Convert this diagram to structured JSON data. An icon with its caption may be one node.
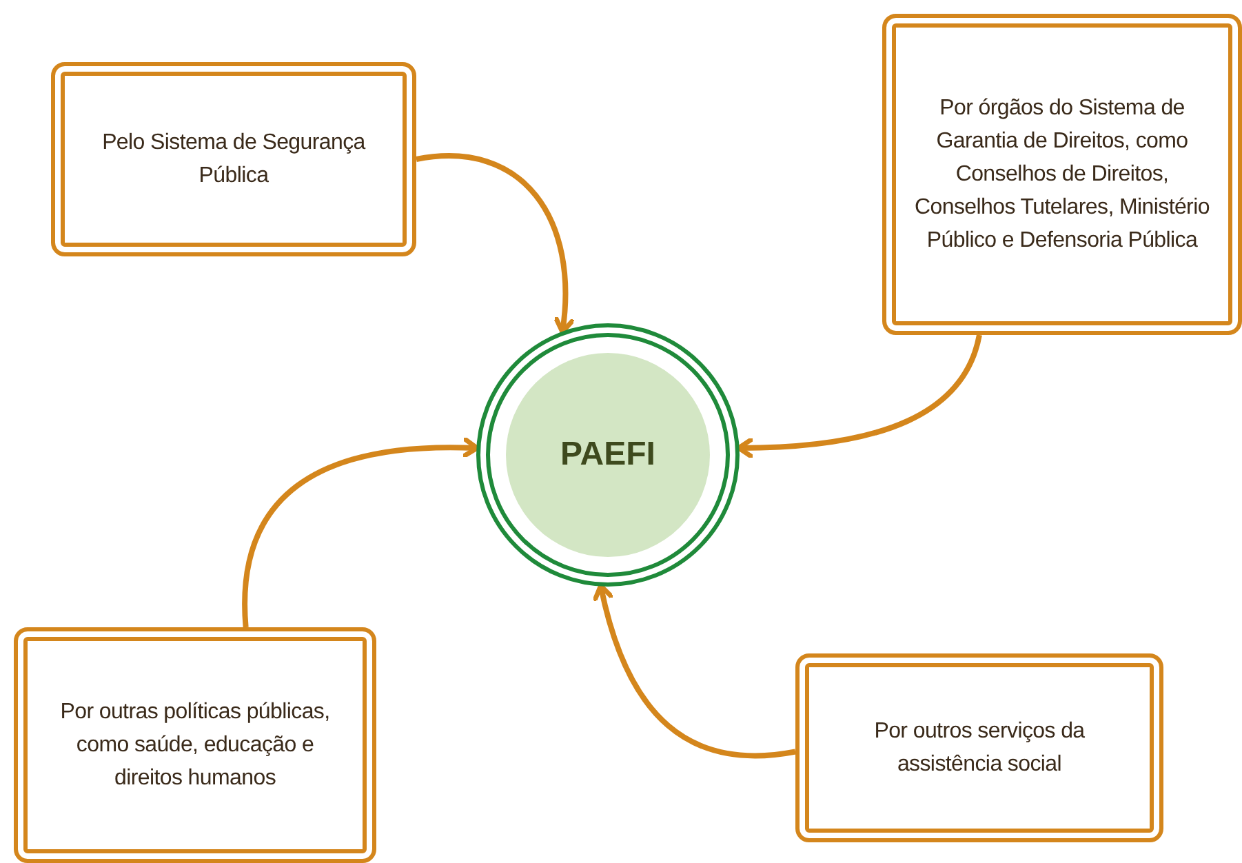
{
  "diagram": {
    "nodes": [
      {
        "text": [
          "PAEFI"
        ]
      },
      {
        "text": [
          "Pelo Sistema de Segurança Pública"
        ]
      },
      {
        "text": [
          "Por órgãos do Sistema de Garantia de Direitos, como Conselhos de Direitos, Conselhos Tutelares, Ministério Público e Defensoria Pública"
        ]
      },
      {
        "text": [
          "Por outras políticas públicas, como saúde, educação e direitos humanos"
        ]
      },
      {
        "text": [
          "Por outros serviços da assistência social"
        ]
      }
    ],
    "edges": [
      {
        "from": 1,
        "to": 0,
        "arrow": "to"
      },
      {
        "from": 2,
        "to": 0,
        "arrow": "to"
      },
      {
        "from": 3,
        "to": 0,
        "arrow": "to"
      },
      {
        "from": 4,
        "to": 0,
        "arrow": "to"
      }
    ]
  }
}
